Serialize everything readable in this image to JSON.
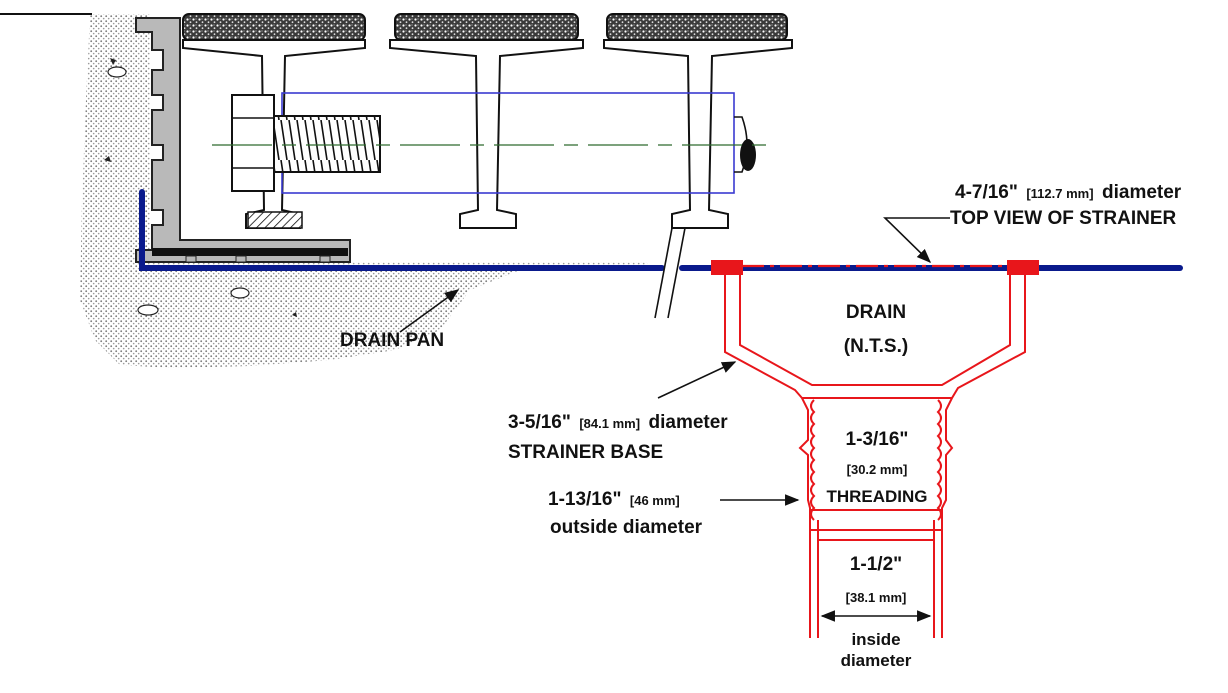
{
  "colors": {
    "drain": "#e8161b",
    "pan": "#0a1a8c",
    "pipe": "#3a3ad0",
    "ink": "#111111",
    "concrete": "#9a9a9a",
    "centerline": "#2f6b2f"
  },
  "labels": {
    "top_view_dim": "4-7/16\"",
    "top_view_metric": "[112.7 mm]",
    "top_view_word": "diameter",
    "top_view_caption": "TOP VIEW OF STRAINER",
    "drain_pan": "DRAIN PAN",
    "drain_title": "DRAIN",
    "drain_nts": "(N.T.S.)",
    "strainer_base_dim": "3-5/16\"",
    "strainer_base_metric": "[84.1 mm]",
    "strainer_base_word": "diameter",
    "strainer_base_caption": "STRAINER BASE",
    "threading_dim": "1-3/16\"",
    "threading_metric": "[30.2 mm]",
    "threading_caption": "THREADING",
    "outside_dim": "1-13/16\"",
    "outside_metric": "[46 mm]",
    "outside_caption": "outside diameter",
    "inside_dim": "1-1/2\"",
    "inside_metric": "[38.1 mm]",
    "inside_caption_1": "inside",
    "inside_caption_2": "diameter"
  }
}
